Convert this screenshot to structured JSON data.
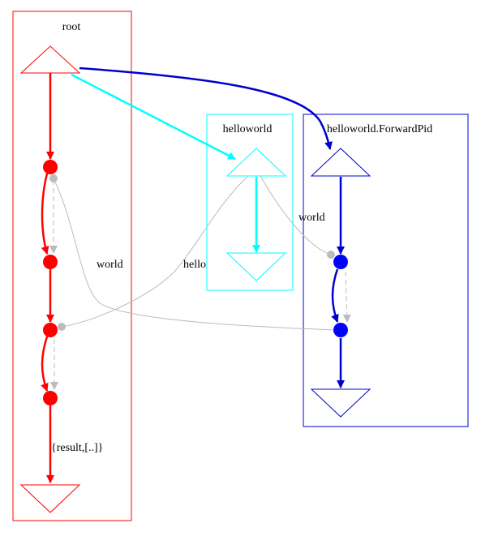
{
  "colors": {
    "root": "#ff0000",
    "helloworld": "#00ffff",
    "forward": "#0000cc",
    "forward_node": "#0000ff",
    "message": "#bbbbbb"
  },
  "clusters": {
    "root": {
      "label": "root"
    },
    "helloworld": {
      "label": "helloworld"
    },
    "forward": {
      "label": "helloworld.ForwardPid"
    }
  },
  "edge_labels": {
    "world_left": "world",
    "hello": "hello",
    "world_right": "world",
    "result": "{result,[..]}"
  },
  "nodes": {
    "root_start": "triangle-up",
    "root_end": "triangle-down",
    "helloworld_start": "triangle-up",
    "helloworld_end": "triangle-down",
    "forward_start": "triangle-up",
    "forward_end": "triangle-down"
  }
}
